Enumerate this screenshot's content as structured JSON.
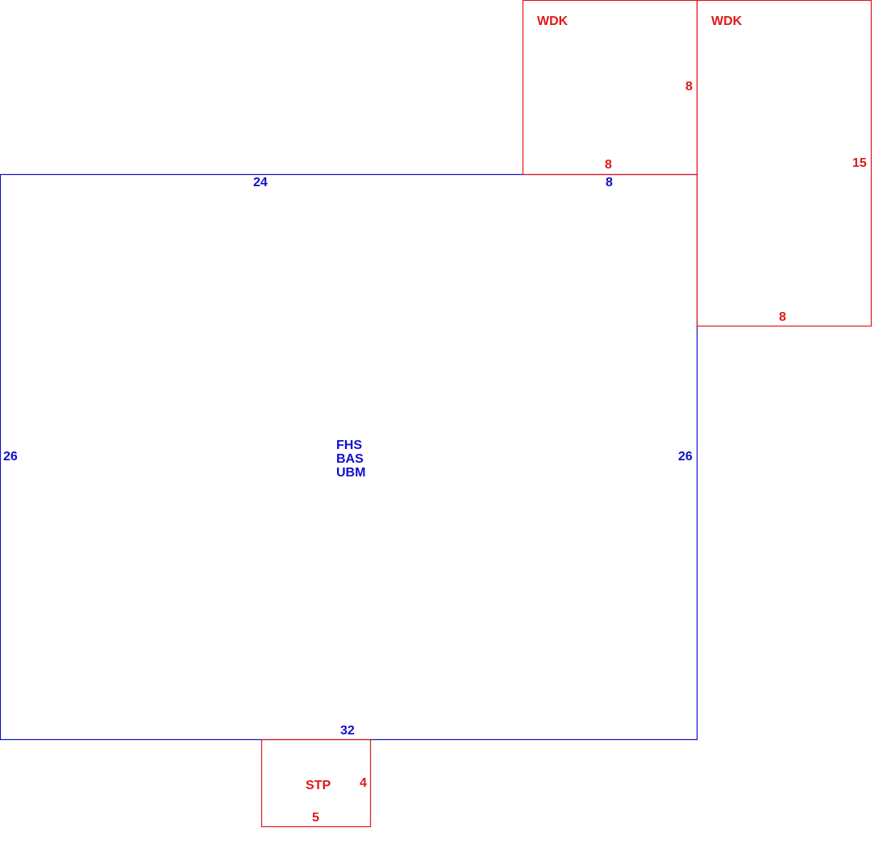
{
  "colors": {
    "main_outline": "#1010c8",
    "addition_outline": "#e01818"
  },
  "main_area": {
    "codes": [
      "FHS",
      "BAS",
      "UBM"
    ],
    "dimensions": {
      "top_left_segment": "24",
      "top_right_segment": "8",
      "left": "26",
      "right": "26",
      "bottom": "32"
    }
  },
  "additions": [
    {
      "code": "WDK",
      "dimensions": {
        "side": "8",
        "bottom": "8"
      }
    },
    {
      "code": "WDK",
      "dimensions": {
        "side": "15",
        "bottom": "8"
      }
    },
    {
      "code": "STP",
      "dimensions": {
        "side": "4",
        "bottom": "5"
      }
    }
  ]
}
